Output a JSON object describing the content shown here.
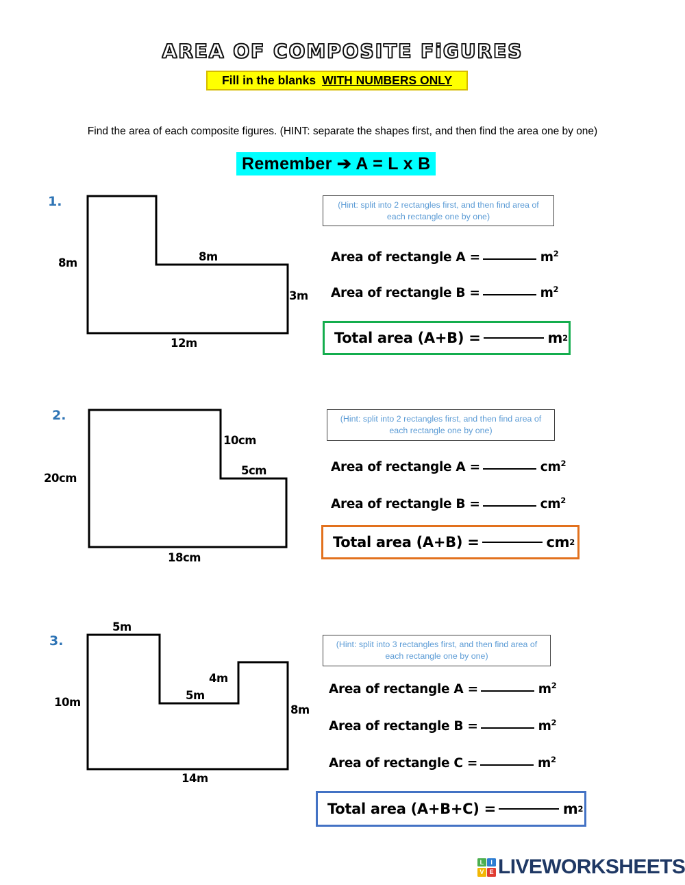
{
  "title": "AREA OF COMPOSITE FiGURES",
  "banner": {
    "text": "Fill in the blanks",
    "emphasis": "WITH NUMBERS ONLY"
  },
  "instruction": "Find the area of each composite figures. (HINT: separate the shapes first, and then find the area one by one)",
  "remember": "Remember ➔ A = L x B",
  "problems": [
    {
      "number": "1.",
      "unit": "m",
      "hint": "(Hint: split into 2 rectangles first, and then find area of each rectangle one by one)",
      "labels": {
        "left": "8m",
        "top_right": "8m",
        "right": "3m",
        "bottom": "12m"
      },
      "lines": [
        {
          "label": "Area of rectangle A =",
          "unit": "m"
        },
        {
          "label": "Area of rectangle B =",
          "unit": "m"
        }
      ],
      "total_label": "Total area (A+B) =",
      "total_unit": "m",
      "total_border_color": "#13ad4d"
    },
    {
      "number": "2.",
      "unit": "cm",
      "hint": "(Hint: split into 2 rectangles first, and then find area of each rectangle one by one)",
      "labels": {
        "left": "20cm",
        "step_vertical": "10cm",
        "step_horizontal": "5cm",
        "bottom": "18cm"
      },
      "lines": [
        {
          "label": "Area of rectangle A =",
          "unit": "cm"
        },
        {
          "label": "Area of rectangle B =",
          "unit": "cm"
        }
      ],
      "total_label": "Total area (A+B) =",
      "total_unit": "cm",
      "total_border_color": "#e2711d"
    },
    {
      "number": "3.",
      "unit": "m",
      "hint": "(Hint: split into 3 rectangles first, and then find area of each rectangle one by one)",
      "labels": {
        "top_left": "5m",
        "left": "10m",
        "notch_bottom": "5m",
        "notch_right": "4m",
        "right": "8m",
        "bottom": "14m"
      },
      "lines": [
        {
          "label": "Area of rectangle A =",
          "unit": "m"
        },
        {
          "label": "Area of rectangle B =",
          "unit": "m"
        },
        {
          "label": "Area of rectangle C =",
          "unit": "m"
        }
      ],
      "total_label": "Total area (A+B+C) =",
      "total_unit": "m",
      "total_border_color": "#4372c4"
    }
  ],
  "logo": {
    "tiles": [
      {
        "letter": "L",
        "color": "#4caf50"
      },
      {
        "letter": "I",
        "color": "#2d7dd2"
      },
      {
        "letter": "V",
        "color": "#f2b705"
      },
      {
        "letter": "E",
        "color": "#e03c31"
      }
    ],
    "text": "LIVEWORKSHEETS"
  }
}
